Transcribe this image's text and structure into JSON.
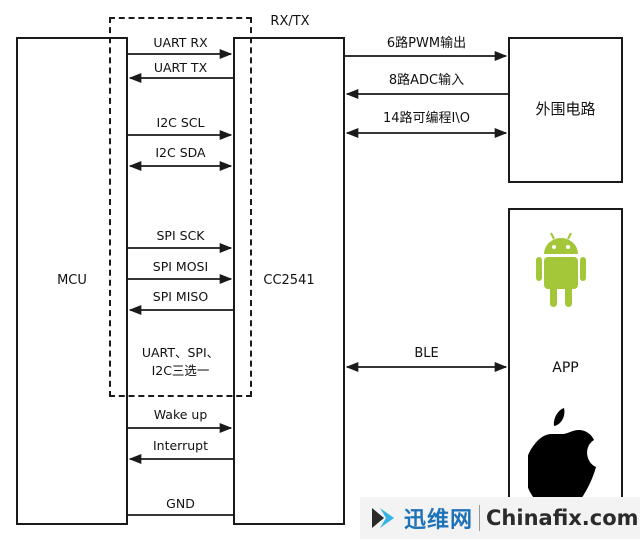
{
  "blocks": {
    "mcu": "MCU",
    "cc2541": "CC2541",
    "peripheral": "外围电路",
    "app": "APP"
  },
  "signals": {
    "rxtx_title": "RX/TX",
    "uart_rx": "UART  RX",
    "uart_tx": "UART  TX",
    "i2c_scl": "I2C  SCL",
    "i2c_sda": "I2C  SDA",
    "spi_sck": "SPI  SCK",
    "spi_mosi": "SPI  MOSI",
    "spi_miso": "SPI  MISO",
    "uart_spi_line1": "UART、SPI、",
    "uart_spi_line2": "I2C三选一",
    "wake_up": "Wake  up",
    "interrupt": "Interrupt",
    "gnd": "GND"
  },
  "right_links": {
    "pwm": "6路PWM输出",
    "adc": "8路ADC输入",
    "io": "14路可编程I\\O",
    "ble": "BLE"
  },
  "icons": {
    "android": "android-robot-icon",
    "apple": "apple-logo-icon",
    "android_color": "#a4c639",
    "apple_color": "#000000"
  },
  "watermark": {
    "cn": "迅维网",
    "en": "Chinafix.com",
    "color": "#1e73b8"
  }
}
